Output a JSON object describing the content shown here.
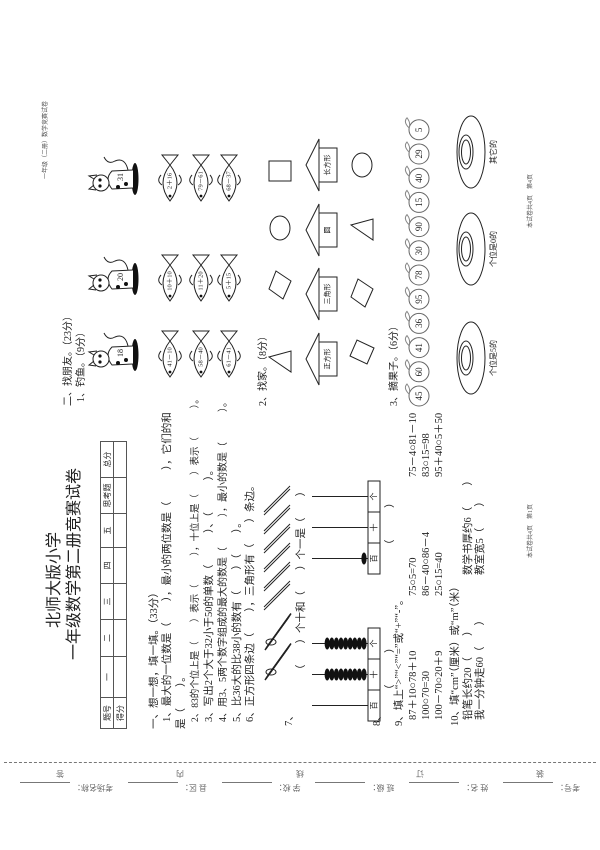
{
  "header_right": "一年级（二册）数学竞赛试卷",
  "title": {
    "line1": "北师大版小学",
    "line2": "一年级数学第二册竞赛试卷"
  },
  "score_table": {
    "headers": [
      "题号",
      "一",
      "二",
      "三",
      "四",
      "五",
      "思考题",
      "总分"
    ],
    "row_label": "得分"
  },
  "section1": {
    "heading": "一、想一想，填一填。（33分）",
    "lines": [
      "1、最大的一位数是（　　），最小的两位数是（　　　），它们的和",
      "是（　　）。",
      "2、83的个位上是（　　）表示（　　　），十位上是（　　）表示（　　　）。",
      "3、写出2个大于32小于50的单数（　　　）、（　　　）。",
      "4、用3、5两个数字组成的最大的数是（　　　），最小的数是（　　　）。",
      "5、比36大的比38小的数有（　　）（　　）。",
      "6、正方形四条边（　　），三角形有（　　）条边。"
    ],
    "q7": {
      "number": "7、",
      "text": "（　　）个十和（　　）个一是（　　）",
      "bundles": 2,
      "singles": 6
    },
    "q8": {
      "number": "8、",
      "columns": [
        "百",
        "十",
        "个"
      ],
      "abaci": [
        {
          "beads": [
            0,
            9,
            9
          ]
        },
        {
          "beads": [
            1,
            0,
            0
          ]
        }
      ],
      "answer": "（　　　）"
    },
    "q9": {
      "heading": "9、填上“>”“<”“=”或“+”“-”。",
      "rows": [
        [
          "87＋10○78＋10",
          "75○5=70",
          "75－4○81－10"
        ],
        [
          "100○70=30",
          "86－40○86－4",
          "83○15=98"
        ],
        [
          "100－70○20＋9",
          "25○15=40",
          "95＋40○5＋50"
        ]
      ]
    },
    "q10": {
      "heading": "10、填“cm”（厘米）或“m”（米）",
      "rows": [
        [
          "铅笔长约20（　　）",
          "数学书厚约6（　　）"
        ],
        [
          "我一分钟走60（　　）",
          "教室宽5（　　）"
        ]
      ]
    }
  },
  "section2": {
    "heading": "二、找朋友。（23分）",
    "q1": {
      "heading": "1、钓鱼。（9分）",
      "cats": [
        "18",
        "20",
        "31"
      ],
      "fish": [
        [
          "41－10",
          "58－40",
          "61－41"
        ],
        [
          "10＋10",
          "11＋20",
          "5＋15"
        ],
        [
          "2＋16",
          "79－61",
          "68－37"
        ]
      ]
    },
    "q2": {
      "heading": "2、找家。（8分）",
      "top_shapes": [
        "triangle",
        "parallelogram",
        "circle",
        "square"
      ],
      "houses": [
        "正方形",
        "三角形",
        "圆",
        "长方形"
      ],
      "bottom_shapes": [
        "tilted-square",
        "parallelogram",
        "triangle",
        "circle"
      ]
    },
    "q3": {
      "heading": "3、摘果子。（6分）",
      "apples": [
        "45",
        "60",
        "41",
        "36",
        "95",
        "78",
        "30",
        "90",
        "15",
        "40",
        "29",
        "5"
      ],
      "plates": [
        "个位是5的",
        "个位是0的",
        "其它的"
      ]
    }
  },
  "footer_left": "本试卷共4页　第1页",
  "footer_right": "本试卷共4页　第4页",
  "binding": {
    "chars": [
      "装",
      "订",
      "线",
      "内",
      "答"
    ],
    "labels": [
      "考号：",
      "姓 名：",
      "班 级：",
      "学 校：",
      "县 区：",
      "考场名称："
    ]
  }
}
